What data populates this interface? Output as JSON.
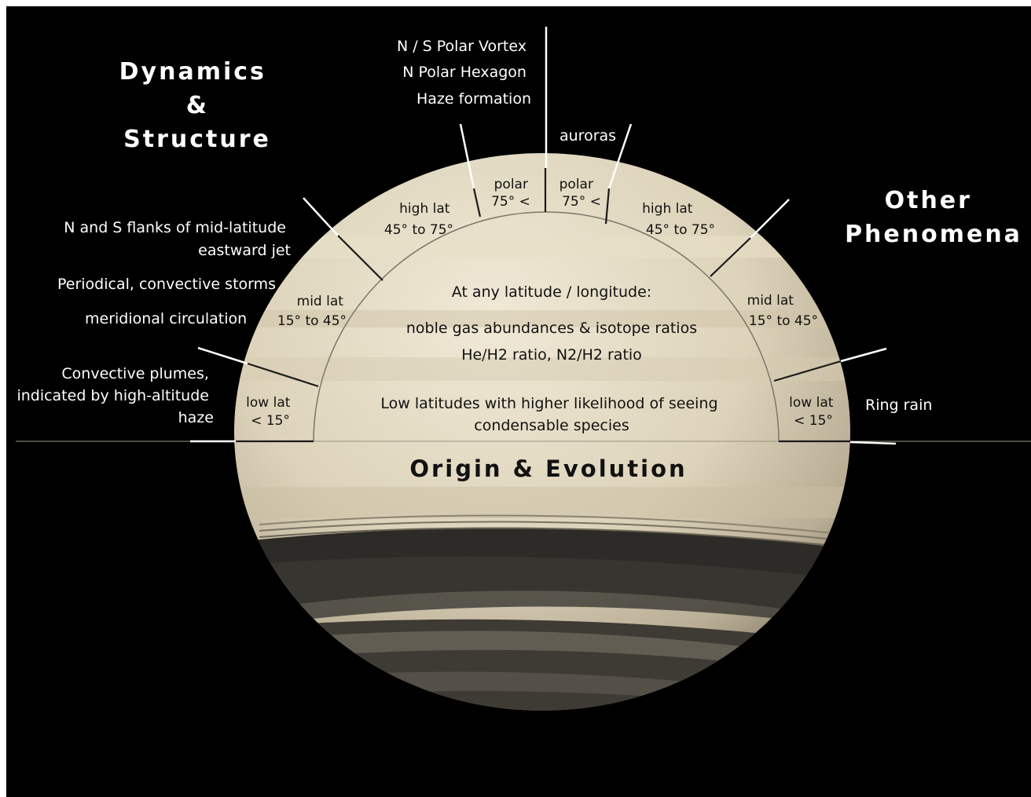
{
  "headings": {
    "dynamics": [
      "Dynamics",
      "&",
      "Structure"
    ],
    "other": [
      "Other",
      "Phenomena"
    ],
    "origin": "Origin & Evolution"
  },
  "top_notes": [
    "N / S Polar Vortex",
    "N Polar Hexagon",
    "Haze formation"
  ],
  "auroras": "auroras",
  "left_notes": {
    "flanks": [
      "N and S flanks of mid-latitude",
      "eastward jet"
    ],
    "storms": "Periodical, convective storms",
    "circulation": "meridional circulation",
    "plumes": [
      "Convective plumes,",
      "indicated by high-altitude",
      "haze"
    ]
  },
  "right_notes": {
    "ring_rain": "Ring rain"
  },
  "zones": {
    "polar_left": [
      "polar",
      "75° <"
    ],
    "polar_right": [
      "polar",
      "75° <"
    ],
    "high_left": [
      "high lat",
      "45° to 75°"
    ],
    "high_right": [
      "high lat",
      "45° to 75°"
    ],
    "mid_left": [
      "mid lat",
      "15° to 45°"
    ],
    "mid_right": [
      "mid lat",
      "15° to 45°"
    ],
    "low_left": [
      "low lat",
      "< 15°"
    ],
    "low_right": [
      "low lat",
      "< 15°"
    ]
  },
  "center_text": {
    "any": "At any latitude / longitude:",
    "noble": "noble gas abundances & isotope ratios",
    "ratio": "He/H2 ratio, N2/H2 ratio",
    "low": [
      "Low latitudes with higher likelihood of seeing",
      "condensable species"
    ]
  },
  "colors": {
    "background": "#000000",
    "planet_light": "#ece4cf",
    "planet_dark": "#b8ad94",
    "ring_shadow": "#2a2925",
    "label_text": "#ffffff",
    "zone_text": "#111111"
  }
}
